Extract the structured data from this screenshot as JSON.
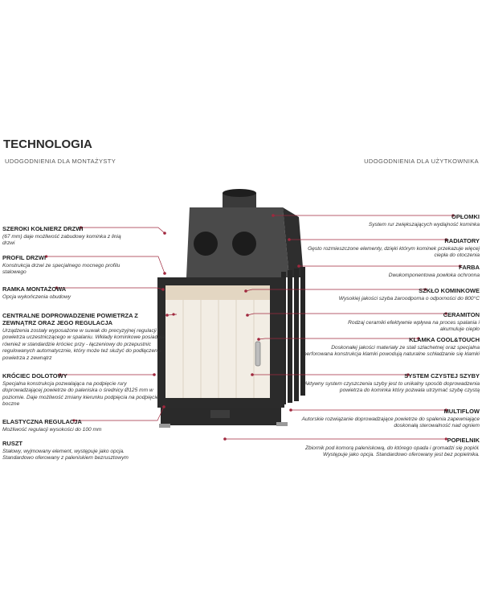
{
  "header": {
    "title": "TECHNOLOGIA",
    "left_subtitle": "UDOGODNIENIA DLA MONTAŻYSTY",
    "right_subtitle": "UDOGODNIENIA DLA UŻYTKOWNIKA"
  },
  "colors": {
    "accent": "#a0283e",
    "stove_body": "#2d2d2d",
    "stove_top": "#5a5a5a",
    "firebox": "#f2ede4"
  },
  "left_features": [
    {
      "title": "SZEROKI KOŁNIERZ DRZWI",
      "desc": "(67 mm) daje możliwość zabudowy kominka z linią drzwi"
    },
    {
      "title": "PROFIL DRZWI",
      "desc": "Konstrukcja drzwi ze specjalnego mocnego profilu stalowego"
    },
    {
      "title": "RAMKA MONTAŻOWA",
      "desc": "Opcja wykończenia obudowy"
    },
    {
      "title": "CENTRALNE DOPROWADZENIE POWIETRZA Z ZEWNĄTRZ ORAZ JEGO REGULACJA",
      "desc": "Urządzenia zostały wyposażone w suwak do precyzyjnej regulacji powietrza uczestniczącego w spalaniu. Wkłady kominkowe posiadają również w standardzie króciec przy - łączeniowy do przepustnic regulowanych automatycznie, który może też służyć do podłączenia powietrza z zewnątrz"
    },
    {
      "title": "KRÓCIEC DOLOTOWY",
      "desc": "Specjalna konstrukcja pozwalająca na podpięcie rury doprowadzającej powietrze do paleniska o średnicy Ø125 mm w poziomie. Daje możliwość zmiany kierunku podpięcia na podpięcie boczne"
    },
    {
      "title": "ELASTYCZNA REGULACJA",
      "desc": "Możliwość regulacji wysokości do 100 mm"
    },
    {
      "title": "RUSZT",
      "desc": "Stałowy, wyjmowany element, występuje jako opcja. Standardowo oferowany z paleniskiem bezrusztowym"
    }
  ],
  "right_features": [
    {
      "title": "OPŁOMKI",
      "desc": "System rur zwiększających wydajność kominka"
    },
    {
      "title": "RADIATORY",
      "desc": "Gęsto rozmieszczone elementy, dzięki którym kominek przekazuje więcej ciepła do otoczenia"
    },
    {
      "title": "FARBA",
      "desc": "Dwukomponentowa powłoka ochronna"
    },
    {
      "title": "SZKŁO KOMINKOWE",
      "desc": "Wysokiej jakości szyba żaroodporna o odporności do 800°C"
    },
    {
      "title": "CERAMITON",
      "desc": "Rodzaj ceramiki efektywnie wpływa na proces spalania i akumuluje ciepło"
    },
    {
      "title": "KLAMKA COOL&TOUCH",
      "desc": "Doskonałej jakości materiały ze stali szlachetnej oraz specjalna perforowana konstrukcja klamki powodują naturalne schładzanie się klamki"
    },
    {
      "title": "SYSTEM CZYSTEJ SZYBY",
      "desc": "Aktywny system czyszczenia szyby jest to unikalny sposób doprowadzenia powietrza do kominka który pozwala utrzymać szybę czystą"
    },
    {
      "title": "MULTIFLOW",
      "desc": "Autorskie rozwiązanie doprowadzające powietrze do spalenia zapewniające doskonałą sterowalność nad ogniem"
    },
    {
      "title": "POPIELNIK",
      "desc": "Zbiornik pod komorą paleniskową, do którego opada i gromadzi się popiół. Występuje jako opcja. Standardowo oferowany jest bez popielnika."
    }
  ]
}
